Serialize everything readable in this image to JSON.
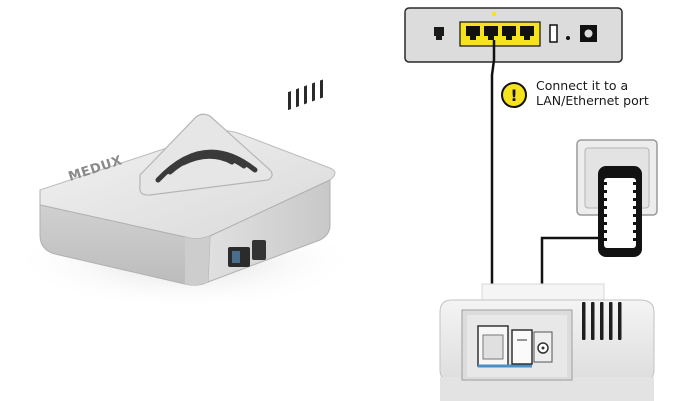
{
  "device": {
    "brand": "MEDUX"
  },
  "callout": {
    "symbol": "!",
    "line1": "Connect it to a",
    "line2": "LAN/Ethernet port"
  },
  "colors": {
    "accent_yellow": "#f6e31b",
    "device_white": "#e9e9e9",
    "cable_black": "#111111"
  },
  "icons": [
    "device-render",
    "router-icon",
    "ethernet-port-icon",
    "usb-port-icon",
    "power-button-icon",
    "warning-icon",
    "wall-socket-icon",
    "power-adapter-icon",
    "power-jack-icon"
  ]
}
